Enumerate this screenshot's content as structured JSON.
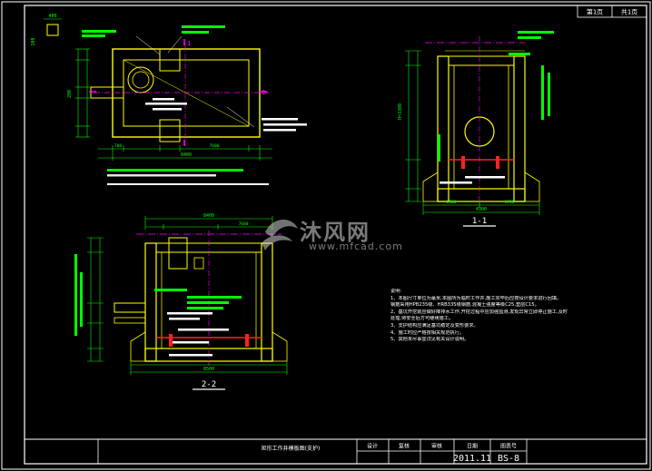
{
  "sheet": {
    "page_label": "第1页",
    "total_label": "共1页"
  },
  "title_block": {
    "drawing_title": "矩形工作井模板图(支护)",
    "design_label": "设计",
    "review_label": "复核",
    "approve_label": "审核",
    "date_label": "日期",
    "date_value": "2011.11",
    "drawing_no_label": "图表号",
    "drawing_no_value": "BS-8"
  },
  "plan_view": {
    "overall_width": "8400",
    "dim_left": "200",
    "dim_bottom_a": "700",
    "dim_bottom_b": "7600",
    "label_1": "1",
    "label_2": "2",
    "dim_top": "400",
    "dim_side": "200"
  },
  "section_1": {
    "caption": "1-1",
    "overall_width": "4300",
    "dim_a": "2300",
    "dim_b": "1700",
    "height_label": "H=3300"
  },
  "section_2": {
    "caption": "2-2",
    "overall_width": "8500",
    "dim_a": "8400",
    "dim_b": "7600"
  },
  "notes": {
    "heading": "说明:",
    "lines": [
      "1、本图尺寸单位为毫米,本图所为临时工作井,施工完毕后应按设计要求进行回填。",
      "钢筋采用HPB235级、HRB335级钢筋,混凝土强度等级C25,垫层C15。",
      "2、基坑开挖前应做好降排水工作,开挖过程中应加强监测,发现异常立即停止施工,及时",
      "处理,待安全后方可继续施工。",
      "3、支护结构应满足基坑稳定及变形要求。",
      "4、施工时应严格按相关规范执行。",
      "5、其他未尽事宜详见有关设计说明。"
    ]
  },
  "watermark": {
    "name": "沐风网",
    "url": "www.mfcad.com"
  },
  "colors": {
    "background": "#000000",
    "frame": "#ffffff",
    "outline": "#ffff00",
    "dimension": "#00ff00",
    "annotation": "#00ffff",
    "section_mark": "#ff00ff",
    "rebar": "#ff2020"
  }
}
